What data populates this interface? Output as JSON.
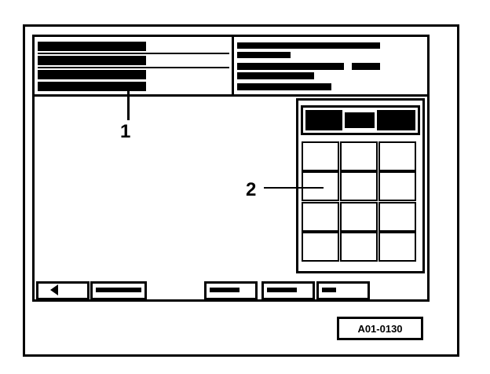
{
  "callouts": {
    "label_1": "1",
    "label_2": "2"
  },
  "reference_code": "A01-0130",
  "colors": {
    "ink": "#000000",
    "paper": "#ffffff"
  },
  "icons": {
    "back_button": "left-arrow-icon"
  }
}
